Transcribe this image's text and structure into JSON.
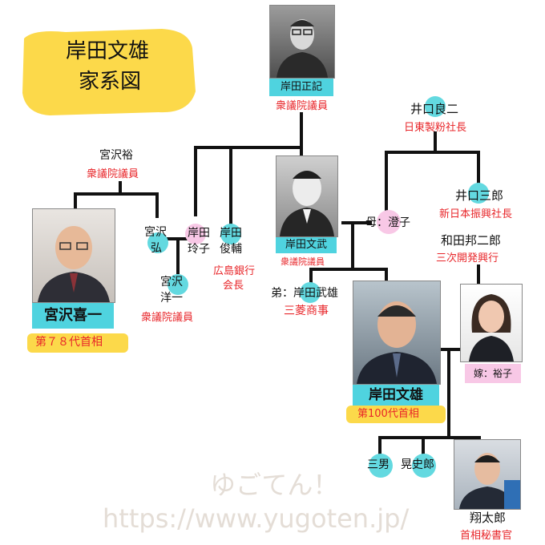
{
  "title": {
    "line1": "岸田文雄",
    "line2": "家系図",
    "bg_color": "#fcd94a"
  },
  "people": {
    "masaki": {
      "name": "岸田正記",
      "role": "衆議院議員"
    },
    "ryoji": {
      "name": "井口良二",
      "role": "日東製粉社長"
    },
    "hiroshi_sr": {
      "name": "宮沢裕",
      "role": "衆議院議員"
    },
    "fumitake": {
      "name": "岸田文武",
      "role": "衆議院議員"
    },
    "mother": {
      "name": "母：澄子"
    },
    "saburo": {
      "name": "井口三郎",
      "role": "新日本振興社長"
    },
    "kunijiro": {
      "name": "和田邦二郎",
      "role": "三次開発興行"
    },
    "kiichi": {
      "name": "宮沢喜一",
      "rank": "第７８代首相"
    },
    "hiroshi": {
      "line1": "宮沢",
      "line2": "弘"
    },
    "reiko": {
      "line1": "岸田",
      "line2": "玲子"
    },
    "toshisuke": {
      "line1": "岸田",
      "line2": "俊輔",
      "role1": "広島銀行",
      "role2": "会長"
    },
    "yoichi": {
      "line1": "宮沢",
      "line2": "洋一",
      "role": "衆議院議員"
    },
    "takeo": {
      "name": "弟：岸田武雄",
      "role": "三菱商事"
    },
    "fumio": {
      "name": "岸田文雄",
      "rank": "第100代首相"
    },
    "yuko": {
      "name": "嫁：裕子"
    },
    "son3": {
      "name": "三男"
    },
    "son2": {
      "name": "晃史郎"
    },
    "shotaro": {
      "name": "翔太郎",
      "role": "首相秘書官"
    }
  },
  "watermark": {
    "line1": "ゆごてん！",
    "line2": "https://www.yugoten.jp/"
  },
  "colors": {
    "line": "#111111",
    "role_red": "#e8262a",
    "cyan": "#63d9e0",
    "pink": "#f8c8e6",
    "yellow": "#fcd94a"
  }
}
